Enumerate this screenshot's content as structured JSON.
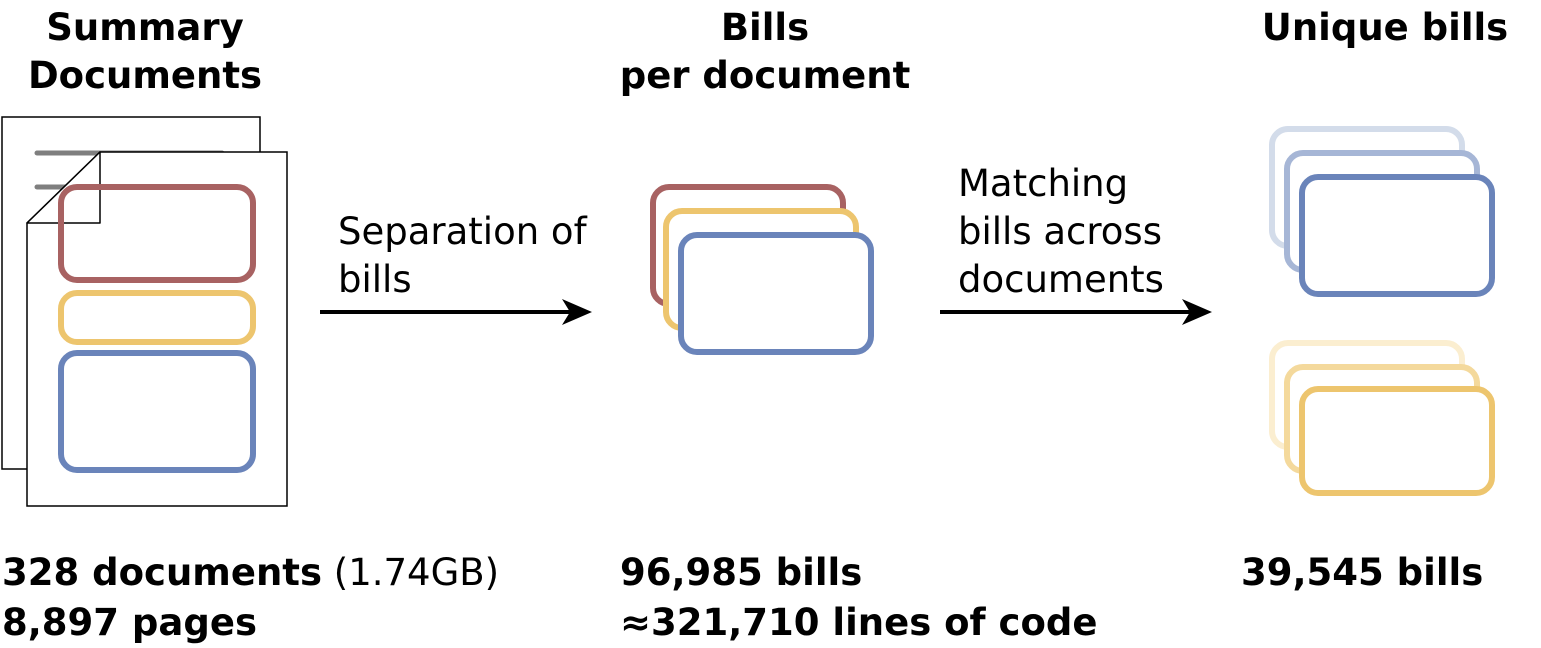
{
  "columns": {
    "summary": {
      "title_line1": "Summary",
      "title_line2": "Documents"
    },
    "bills": {
      "title_line1": "Bills",
      "title_line2": "per document"
    },
    "unique": {
      "title": "Unique bills"
    }
  },
  "steps": {
    "separation": {
      "line1": "Separation of",
      "line2": "bills"
    },
    "matching": {
      "line1": "Matching",
      "line2": "bills across",
      "line3": "documents"
    }
  },
  "stats": {
    "summary": {
      "documents": "328 documents",
      "size": "(1.74GB)",
      "pages": "8,897 pages"
    },
    "bills": {
      "count": "96,985 bills",
      "lines": "≈321,710 lines of code"
    },
    "unique": {
      "count": "39,545 bills"
    }
  },
  "colors": {
    "red": "#a86262",
    "yellow": "#edc56e",
    "blue": "#6a84ba",
    "gray": "#7f7f7f"
  }
}
